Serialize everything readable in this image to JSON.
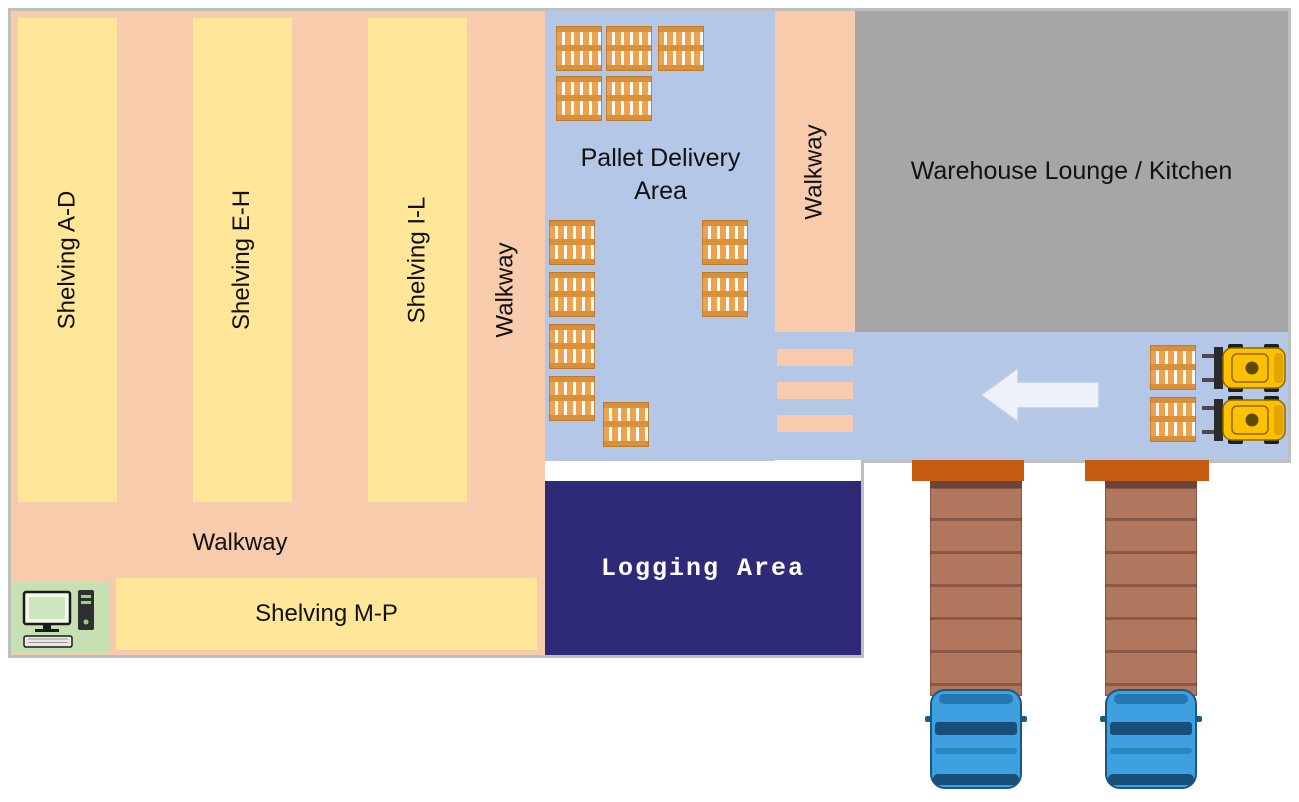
{
  "zones": {
    "shelving_columns": [
      {
        "label": "Shelving A-D"
      },
      {
        "label": "Shelving E-H"
      },
      {
        "label": "Shelving I-L"
      }
    ],
    "shelving_bottom": {
      "label": "Shelving M-P"
    },
    "walkway_inner_vertical": {
      "label": "Walkway"
    },
    "walkway_right_vertical": {
      "label": "Walkway"
    },
    "walkway_bottom": {
      "label": "Walkway"
    },
    "pallet_delivery_area": {
      "label": "Pallet Delivery Area"
    },
    "lounge": {
      "label": "Warehouse Lounge / Kitchen"
    },
    "logging_area": {
      "label": "Logging Area"
    }
  },
  "icons": {
    "pallet": "pallet-icon",
    "forklift": "forklift-icon",
    "truck_trailer": "truck-trailer-icon",
    "truck_cab": "truck-cab-icon",
    "computer": "computer-workstation-icon",
    "direction_arrow": "arrow-left-icon",
    "dock_door": "dock-door",
    "crosswalk": "crosswalk-stripe"
  },
  "colors": {
    "walkway_peach": "#f8cbad",
    "shelving_yellow": "#ffe699",
    "floor_blue": "#b4c7e7",
    "lounge_gray": "#a6a6a6",
    "logging_navy": "#2e2a78",
    "dock_orange": "#c55a11",
    "computer_green": "#c6e0b4",
    "wall_gray": "#bfbfbf",
    "pallet_wood": "#eca24e",
    "forklift_yellow": "#ffc000",
    "trailer_brown": "#b0765e",
    "cab_blue": "#3fa0e1"
  }
}
